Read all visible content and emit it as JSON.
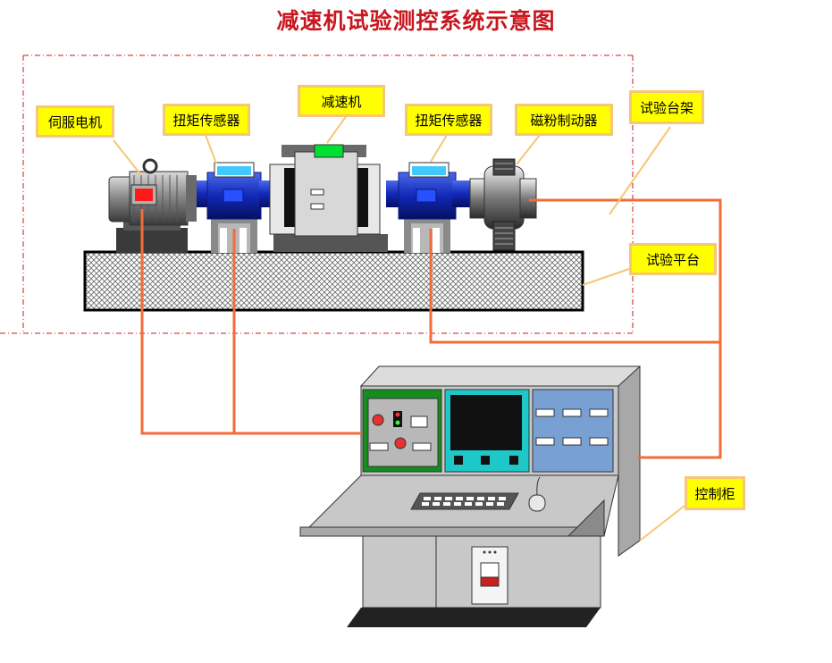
{
  "title": "减速机试验测控系统示意图",
  "labels": {
    "servo_motor": "伺服电机",
    "torque_sensor_left": "扭矩传感器",
    "reducer": "减速机",
    "torque_sensor_right": "扭矩传感器",
    "brake": "磁粉制动器",
    "test_frame": "试验台架",
    "test_platform": "试验平台",
    "control_cabinet": "控制柜"
  },
  "colors": {
    "title": "#c8171f",
    "callout_fill": "#ffff00",
    "callout_border": "#f7c676",
    "wire": "#f26c3a",
    "leader": "#f7c676",
    "frame_dash": "#c8171f",
    "motor_red": "#ff1a1a",
    "sensor_blue": "#1530c8",
    "reducer_green": "#00e030",
    "panel_green": "#148c1e",
    "screen_cyan": "#1ec8c8",
    "panel_blue": "#78a0d2",
    "cabinet_gray": "#c8c8c8"
  },
  "icons": [
    "motor-icon",
    "torque-sensor-icon",
    "reducer-icon",
    "brake-icon",
    "platform-icon",
    "control-cabinet-icon",
    "mouse-icon",
    "keyboard-icon",
    "monitor-icon"
  ]
}
